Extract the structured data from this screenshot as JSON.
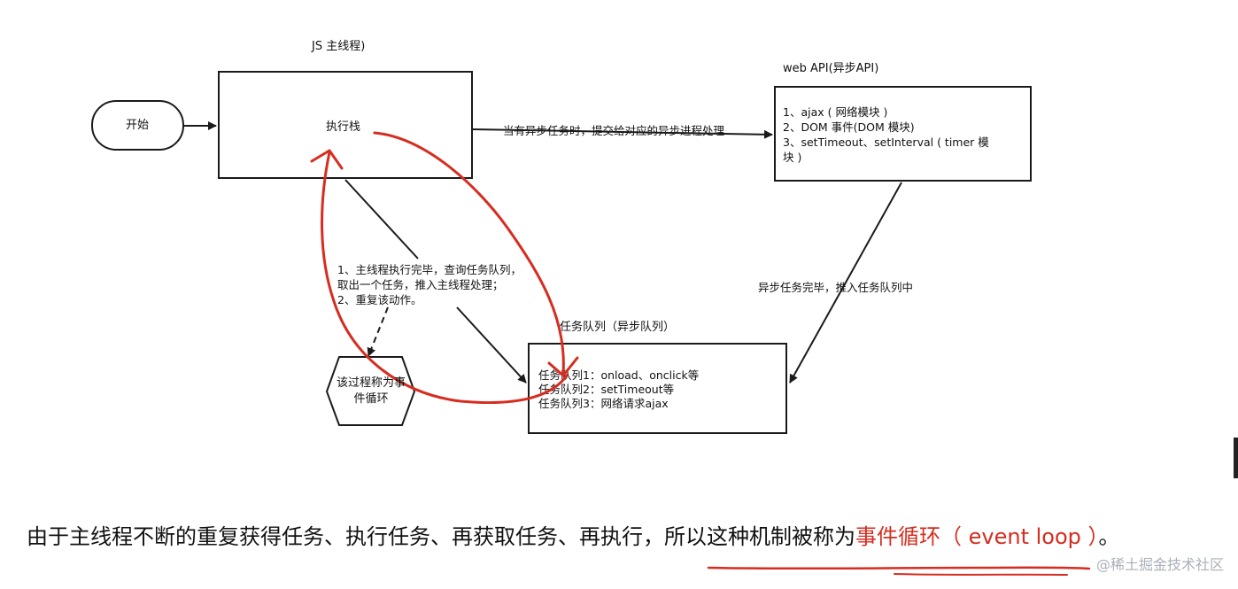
{
  "js_main_thread": {
    "title": "JS 主线程)",
    "exec_stack": "执行栈"
  },
  "start_node": "开始",
  "web_api": {
    "title": "web API(异步API)",
    "lines": [
      "1、ajax ( 网络模块 )",
      "2、DOM 事件(DOM 模块)",
      "3、setTimeout、setInterval ( timer 模",
      "块 )"
    ]
  },
  "arrow_labels": {
    "submit_async": "当有异步任务时，提交给对应的异步进程处理",
    "async_done": "异步任务完毕，推入任务队列中"
  },
  "steps": [
    "1、主线程执行完毕，查询任务队列，",
    "取出一个任务，推入主线程处理；",
    "2、重复该动作。"
  ],
  "event_loop_node": [
    "该过程称为事",
    "件循环"
  ],
  "task_queue": {
    "title": "任务队列（异步队列）",
    "lines": [
      "任务队列1：onload、onclick等",
      "任务队列2：setTimeout等",
      "任务队列3：网络请求ajax"
    ]
  },
  "caption": {
    "main": "由于主线程不断的重复获得任务、执行任务、再获取任务、再执行，所以这种机制被称为",
    "highlight": "事件循环（ event loop ）",
    "end": "。"
  },
  "watermark": "@稀土掘金技术社区",
  "colors": {
    "annotation": "#d62d20",
    "line": "#1a1a1a"
  }
}
